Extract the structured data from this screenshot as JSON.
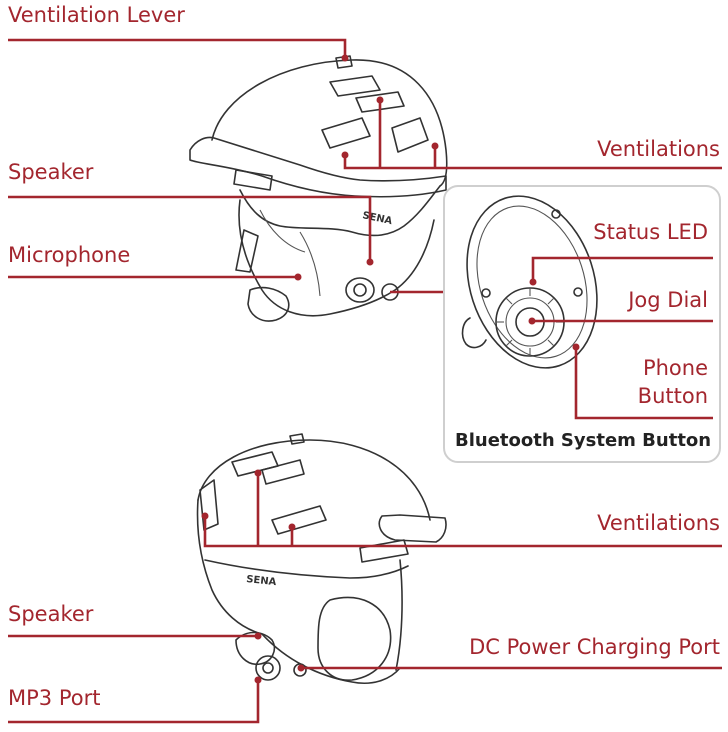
{
  "colors": {
    "accent": "#a3262e",
    "outline": "#333333",
    "inset_border": "#cfcfcf"
  },
  "top_helmet": {
    "ventilation_lever": "Ventilation Lever",
    "ventilations": "Ventilations",
    "speaker": "Speaker",
    "microphone": "Microphone",
    "brand": "SENA"
  },
  "inset": {
    "status_led": "Status LED",
    "jog_dial": "Jog Dial",
    "phone_button_line1": "Phone",
    "phone_button_line2": "Button",
    "bluetooth_system_button": "Bluetooth System Button"
  },
  "bottom_helmet": {
    "ventilations": "Ventilations",
    "speaker": "Speaker",
    "dc_power_charging_port": "DC Power Charging Port",
    "mp3_port": "MP3 Port",
    "brand": "SENA"
  }
}
